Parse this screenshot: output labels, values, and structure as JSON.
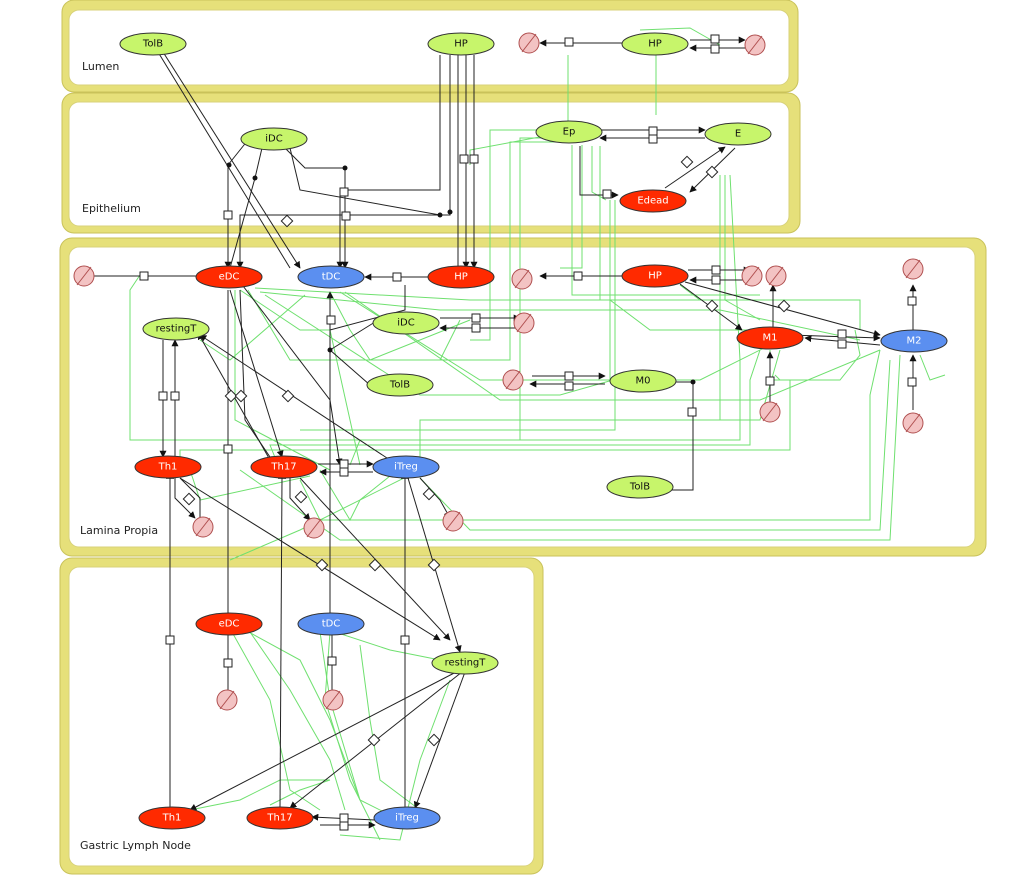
{
  "compartments": [
    {
      "id": "lumen",
      "label": "Lumen"
    },
    {
      "id": "epithelium",
      "label": "Epithelium"
    },
    {
      "id": "lamina",
      "label": "Lamina Propia"
    },
    {
      "id": "lymph",
      "label": "Gastric Lymph Node"
    }
  ],
  "colors": {
    "green": "#c7f56b",
    "red": "#ff2a00",
    "blue": "#5b8ff0",
    "compartment": "#e6e07a",
    "modifier": "#6fe06f"
  },
  "nodes": {
    "lumen_tolb": {
      "label": "TolB",
      "color": "green"
    },
    "lumen_hp": {
      "label": "HP",
      "color": "green"
    },
    "lumen_hp2": {
      "label": "HP",
      "color": "green"
    },
    "epi_idc": {
      "label": "iDC",
      "color": "green"
    },
    "epi_ep": {
      "label": "Ep",
      "color": "green"
    },
    "epi_e": {
      "label": "E",
      "color": "green"
    },
    "epi_edead": {
      "label": "Edead",
      "color": "red"
    },
    "lp_edc": {
      "label": "eDC",
      "color": "red"
    },
    "lp_tdc": {
      "label": "tDC",
      "color": "blue"
    },
    "lp_hp": {
      "label": "HP",
      "color": "red"
    },
    "lp_hp2": {
      "label": "HP",
      "color": "red"
    },
    "lp_restingt": {
      "label": "restingT",
      "color": "green"
    },
    "lp_idc": {
      "label": "iDC",
      "color": "green"
    },
    "lp_tolb": {
      "label": "TolB",
      "color": "green"
    },
    "lp_m1": {
      "label": "M1",
      "color": "red"
    },
    "lp_m2": {
      "label": "M2",
      "color": "blue"
    },
    "lp_m0": {
      "label": "M0",
      "color": "green"
    },
    "lp_th1": {
      "label": "Th1",
      "color": "red"
    },
    "lp_th17": {
      "label": "Th17",
      "color": "red"
    },
    "lp_itreg": {
      "label": "iTreg",
      "color": "blue"
    },
    "lp_tolb2": {
      "label": "TolB",
      "color": "green"
    },
    "ln_edc": {
      "label": "eDC",
      "color": "red"
    },
    "ln_tdc": {
      "label": "tDC",
      "color": "blue"
    },
    "ln_restingt": {
      "label": "restingT",
      "color": "green"
    },
    "ln_th1": {
      "label": "Th1",
      "color": "red"
    },
    "ln_th17": {
      "label": "Th17",
      "color": "red"
    },
    "ln_itreg": {
      "label": "iTreg",
      "color": "blue"
    }
  }
}
